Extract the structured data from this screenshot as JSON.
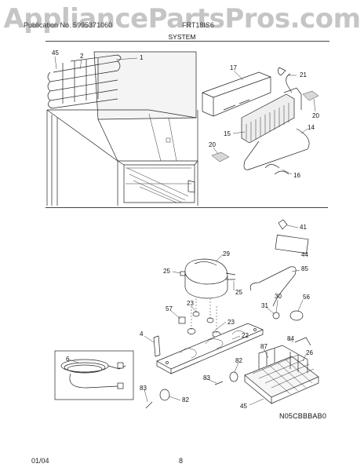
{
  "watermark": "AppliancePartsPros.com",
  "header": {
    "left_text": "Publication No. 5995371060",
    "right_text": "FRT18IS6"
  },
  "section_title": "SYSTEM",
  "callouts": [
    "45",
    "2",
    "1",
    "17",
    "21",
    "20",
    "15",
    "14",
    "20",
    "16",
    "41",
    "44",
    "29",
    "25",
    "85",
    "25",
    "30",
    "31",
    "56",
    "23",
    "57",
    "23",
    "4",
    "22",
    "6",
    "87",
    "84",
    "26",
    "82",
    "83",
    "82",
    "83",
    "45"
  ],
  "diagram_code": "N05CBBBAB0",
  "footer": {
    "date": "01/04",
    "page": "8"
  }
}
